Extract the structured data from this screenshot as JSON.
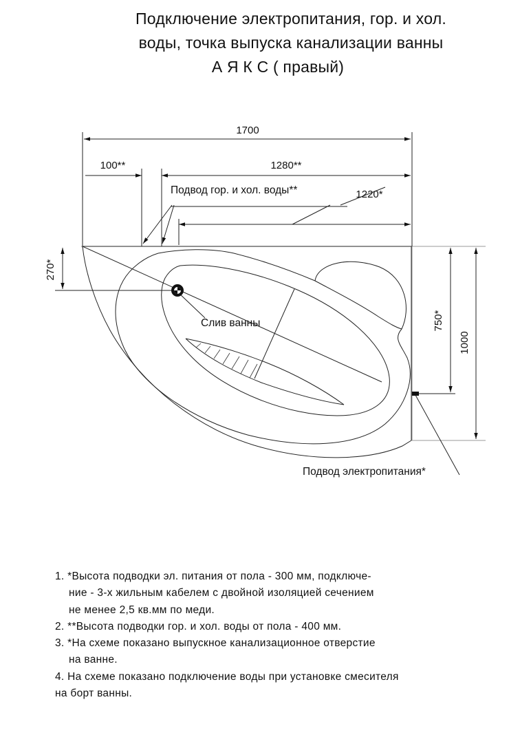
{
  "title": {
    "line1": "Подключение электропитания, гор. и хол.",
    "line2": "воды, точка выпуска канализации ванны",
    "line3": "А Я К С  ( правый)"
  },
  "dimensions": {
    "total_width": "1700",
    "left_offset": "100**",
    "water_span": "1280**",
    "power_span": "1220*",
    "drain_depth": "270*",
    "power_depth": "750*",
    "total_depth": "1000"
  },
  "labels": {
    "water_supply": "Подвод гор. и хол. воды**",
    "drain": "Слив ванны",
    "power_supply": "Подвод электропитания*"
  },
  "notes": [
    "1. *Высота подводки эл. питания от пола - 300 мм, подключе-",
    "ние - 3-х жильным кабелем с двойной изоляцией сечением",
    "не менее 2,5 кв.мм по меди.",
    "2. **Высота подводки гор. и хол. воды от пола - 400 мм.",
    "3. *На схеме показано выпускное канализационное отверстие",
    "на ванне.",
    "4. На схеме показано подключение воды при установке смесителя",
    "на борт ванны."
  ]
}
